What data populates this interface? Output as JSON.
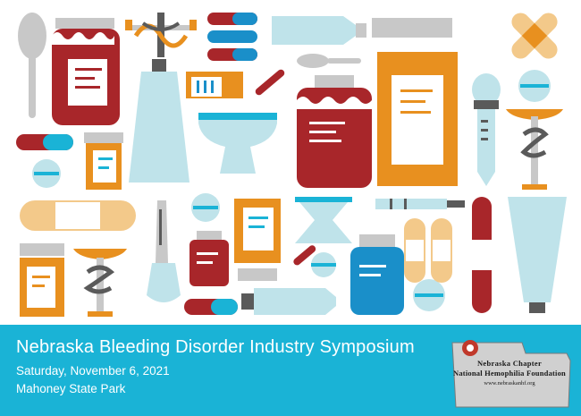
{
  "banner": {
    "title": "Nebraska Bleeding Disorder Industry Symposium",
    "date": "Saturday, November 6, 2021",
    "location": "Mahoney State Park"
  },
  "logo": {
    "line1": "Nebraska Chapter",
    "line2": "National Hemophilia Foundation",
    "url": "www.nebraskanhf.org"
  },
  "colors": {
    "banner": "#1ab3d6",
    "red": "#a8262a",
    "orange": "#e8901f",
    "light_blue": "#bfe3ea",
    "blue": "#1a8fc9",
    "gray": "#c8c8c8",
    "dark_gray": "#5a5a5a"
  }
}
